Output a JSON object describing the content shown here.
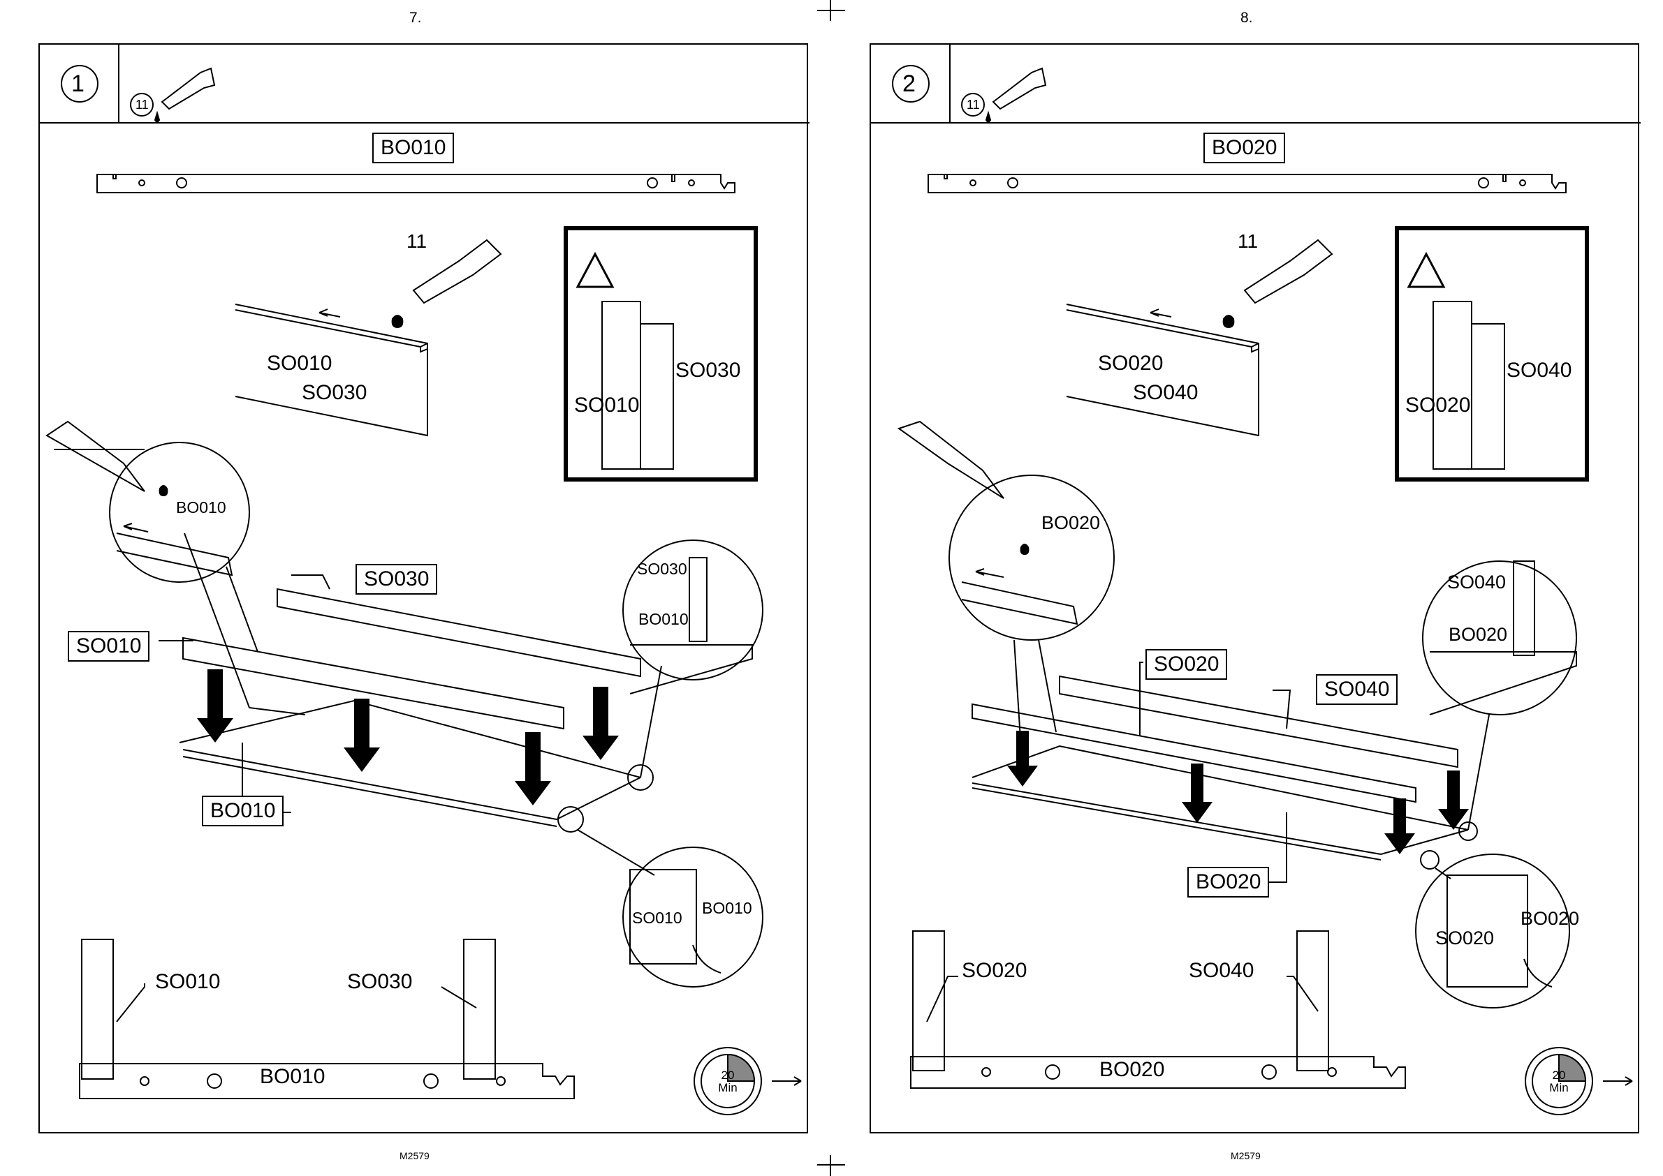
{
  "pages": [
    {
      "page_number": "7.",
      "footer": "M2579",
      "step": "1",
      "glue_ref": "11",
      "board": "BO010",
      "board_small": "BO010",
      "strips": [
        "SO010",
        "SO030"
      ],
      "strip_a": "SO010",
      "strip_b": "SO030",
      "glue_label": "11",
      "time": "20",
      "time_unit": "Min"
    },
    {
      "page_number": "8.",
      "footer": "M2579",
      "step": "2",
      "glue_ref": "11",
      "board": "BO020",
      "board_small": "BO020",
      "strips": [
        "SO020",
        "SO040"
      ],
      "strip_a": "SO020",
      "strip_b": "SO040",
      "glue_label": "11",
      "time": "20",
      "time_unit": "Min"
    }
  ]
}
